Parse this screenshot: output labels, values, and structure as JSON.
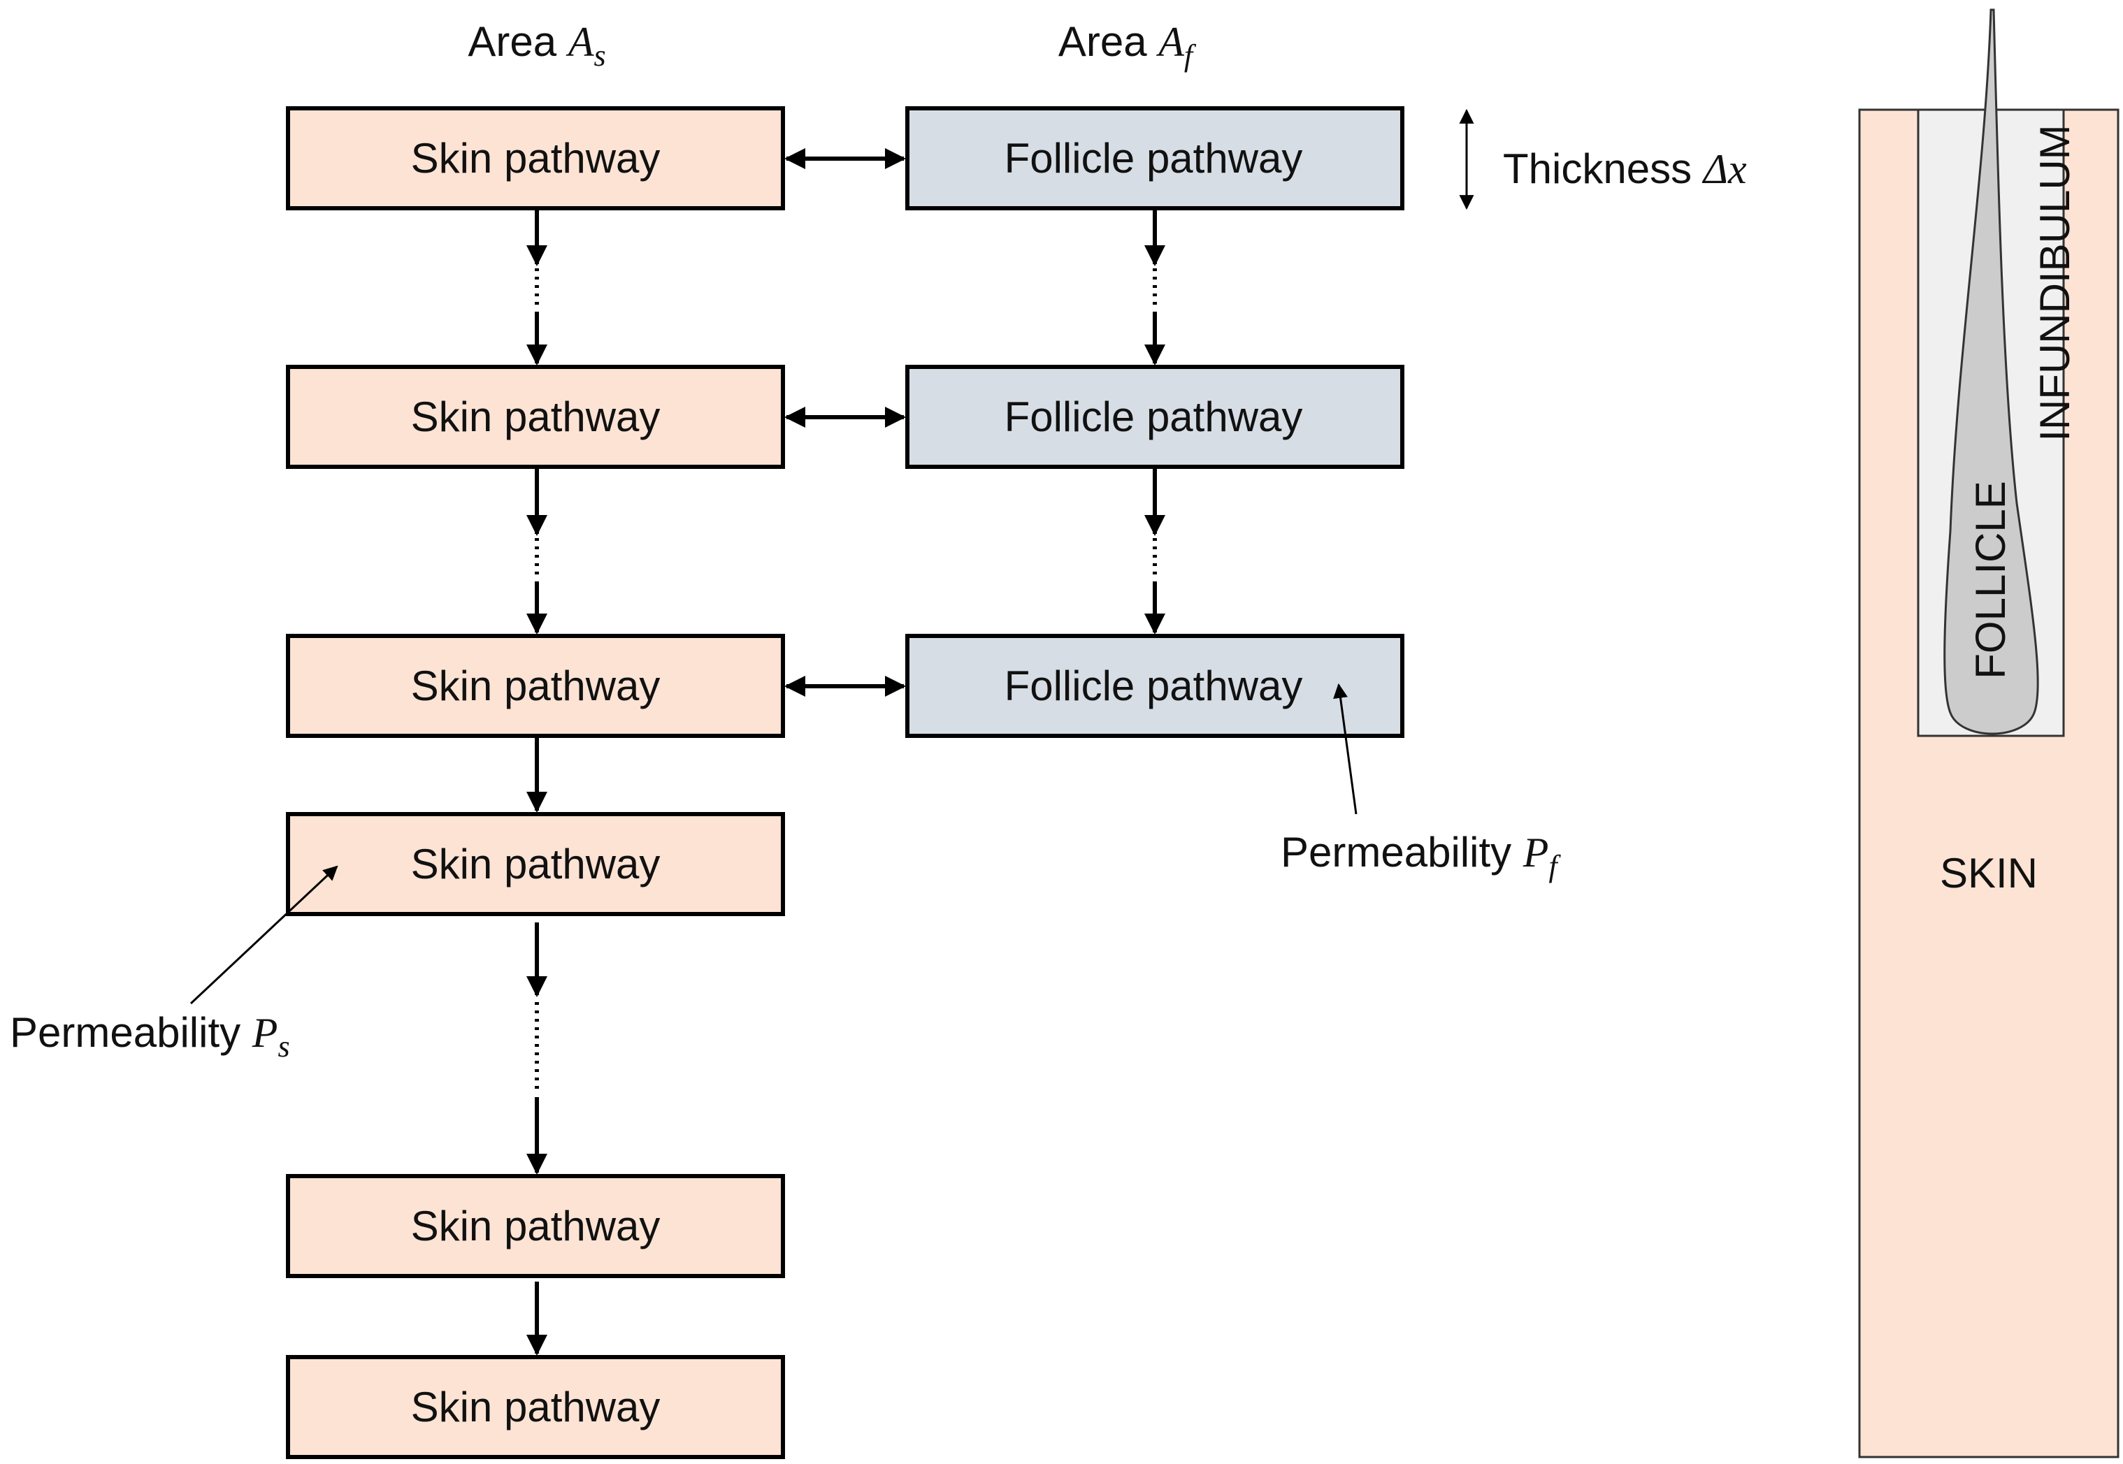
{
  "labels": {
    "area_s_prefix": "Area ",
    "area_s_symbol": "A",
    "area_s_sub": "s",
    "area_f_prefix": "Area ",
    "area_f_symbol": "A",
    "area_f_sub": "f",
    "thickness_prefix": "Thickness ",
    "thickness_symbol": "Δx",
    "perm_s_prefix": "Permeability ",
    "perm_s_symbol": "P",
    "perm_s_sub": "s",
    "perm_f_prefix": "Permeability ",
    "perm_f_symbol": "P",
    "perm_f_sub": "f"
  },
  "skin_boxes": [
    "Skin pathway",
    "Skin pathway",
    "Skin pathway",
    "Skin pathway",
    "Skin pathway",
    "Skin pathway"
  ],
  "follicle_boxes": [
    "Follicle pathway",
    "Follicle pathway",
    "Follicle pathway"
  ],
  "schematic": {
    "infundibulum": "INFUNDIBULUM",
    "follicle": "FOLLICLE",
    "skin": "SKIN"
  },
  "colors": {
    "skin": "#fde3d4",
    "follicle": "#d6dde5",
    "infundibulum": "#f0f0f0",
    "hair": "#cccccc"
  }
}
